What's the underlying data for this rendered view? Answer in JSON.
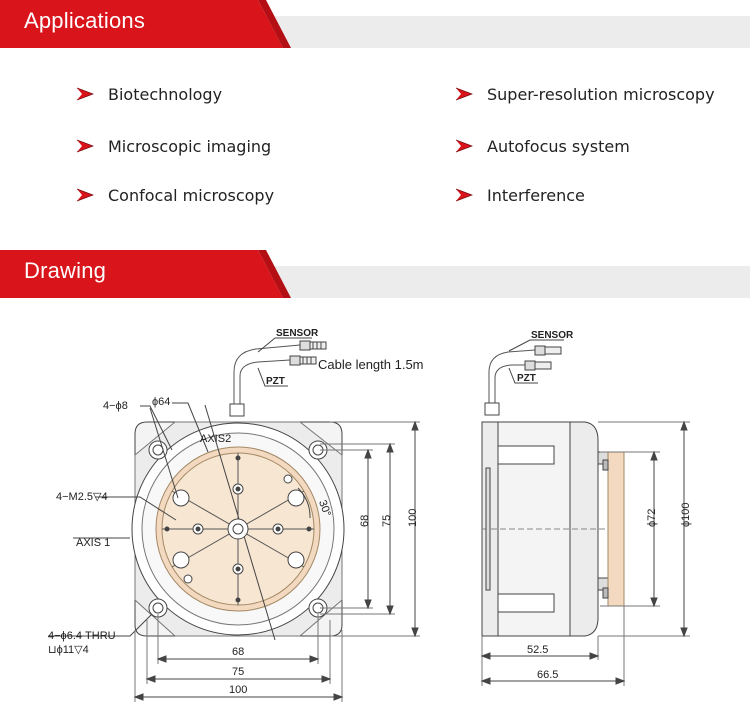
{
  "sections": {
    "applications": "Applications",
    "drawing": "Drawing"
  },
  "applications": [
    "Biotechnology",
    "Super-resolution microscopy",
    "Microscopic imaging",
    "Autofocus system",
    "Confocal microscopy",
    "Interference"
  ],
  "colors": {
    "accent": "#d9141b",
    "band": "#ececec",
    "stage": "#f2d9bf"
  },
  "drawing": {
    "sensor": "SENSOR",
    "pzt": "PZT",
    "cable": "Cable length 1.5m",
    "holes": "4−ϕ8",
    "d64": "ϕ64",
    "axis2": "AXIS2",
    "angle": "30°",
    "threads": "4−M2.5▽4",
    "axis1": "AXIS 1",
    "thru": "4−ϕ6.4 THRU",
    "counterbore": "⊔ϕ11▽4",
    "dim68h": "68",
    "dim75h": "75",
    "dim100h": "100",
    "dim68v": "68",
    "dim75v": "75",
    "dim100v": "100",
    "side_sensor": "SENSOR",
    "side_pzt": "PZT",
    "d72": "ϕ72",
    "d100": "ϕ100",
    "dim52": "52.5",
    "dim66": "66.5"
  }
}
